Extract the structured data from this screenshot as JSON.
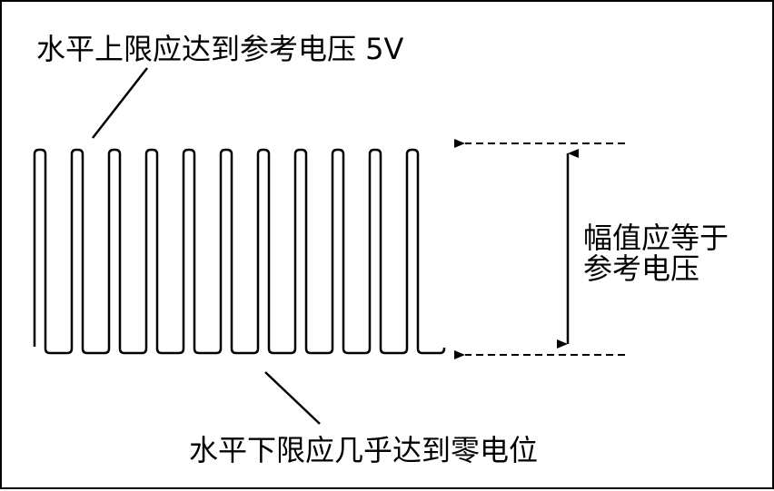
{
  "labels": {
    "top_annotation": "水平上限应达到参考电压 5V",
    "bottom_annotation": "水平下限应几乎达到零电位",
    "amplitude_line1": "幅值应等于",
    "amplitude_line2": "参考电压"
  },
  "waveform": {
    "cycles": 11
  },
  "colors": {
    "ink": "#000000",
    "background": "#ffffff"
  }
}
